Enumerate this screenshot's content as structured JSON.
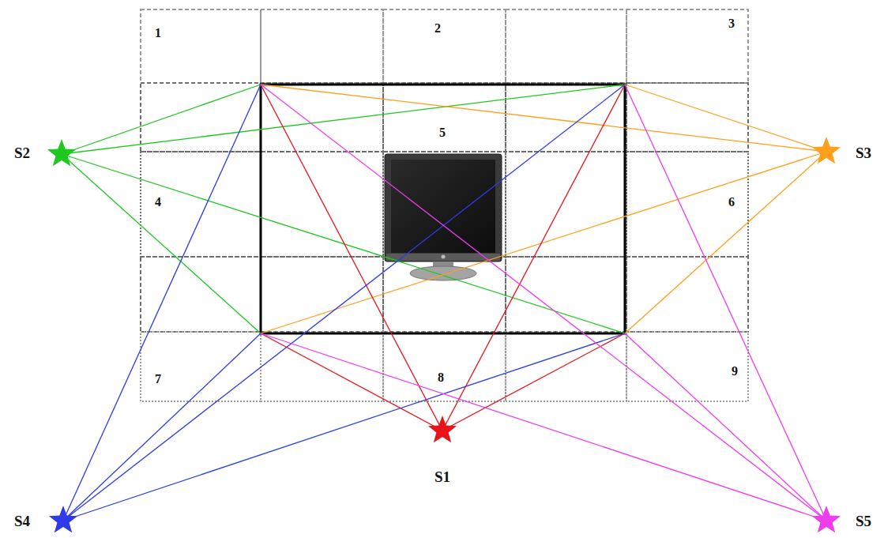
{
  "diagram": {
    "nodes": [
      {
        "text": [
          "S2"
        ]
      },
      {
        "text": [
          "S3"
        ]
      },
      {
        "text": [
          "S1"
        ]
      },
      {
        "text": [
          "S4"
        ]
      },
      {
        "text": [
          "S5"
        ]
      }
    ],
    "labels": [
      "1",
      "2",
      "3",
      "4",
      "5",
      "6",
      "7",
      "8",
      "9"
    ]
  }
}
